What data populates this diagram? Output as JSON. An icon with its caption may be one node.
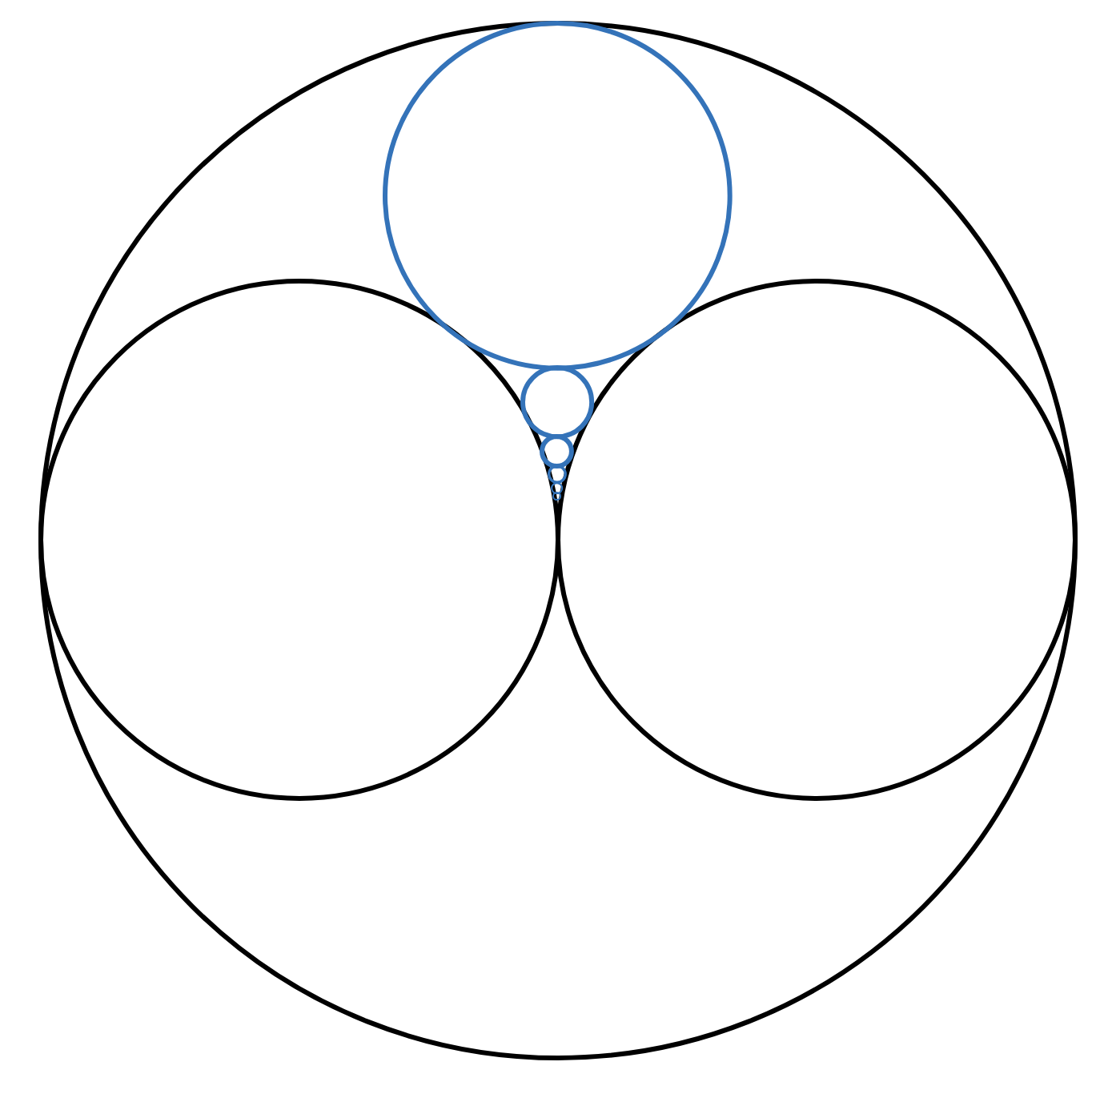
{
  "diagram": {
    "nodes": [
      {
        "text": [],
        "shape": "circle"
      },
      {
        "text": [],
        "shape": "circle",
        "in": 0
      },
      {
        "text": [],
        "shape": "circle",
        "in": 0
      },
      {
        "text": [],
        "shape": "circle",
        "in": 0
      },
      {
        "text": [],
        "shape": "circle",
        "in": 0
      },
      {
        "text": [],
        "shape": "circle",
        "in": 0
      },
      {
        "text": [],
        "shape": "circle",
        "in": 0
      },
      {
        "text": [],
        "shape": "circle",
        "in": 0
      },
      {
        "text": [],
        "shape": "circle",
        "in": 0
      }
    ]
  }
}
